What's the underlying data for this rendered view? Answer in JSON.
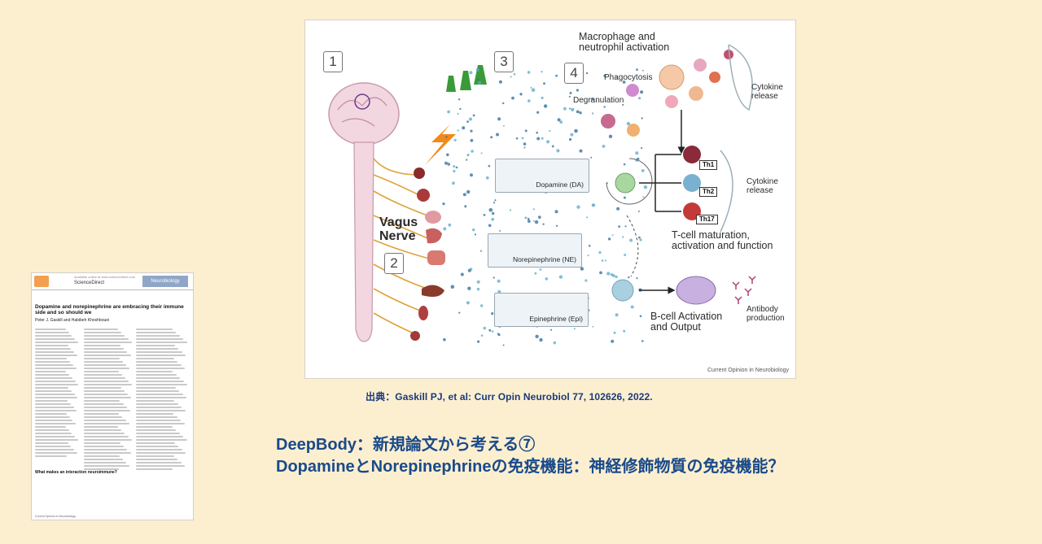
{
  "figure": {
    "step_labels": [
      "1",
      "2",
      "3",
      "4"
    ],
    "vagus_nerve": "Vagus\nNerve",
    "macrophage_label": "Macrophage and\nneutrophil activation",
    "phagocytosis": "Phagocytosis",
    "degranulation": "Degranulation",
    "cytokine_release_top": "Cytokine\nrelease",
    "cytokine_release_mid": "Cytokine\nrelease",
    "th_tags": [
      "Th1",
      "Th2",
      "Th17"
    ],
    "tcell_label": "T-cell maturation,\nactivation and function",
    "bcell_label": "B-cell Activation\nand Output",
    "antibody_label": "Antibody\nproduction",
    "chemicals": [
      "Dopamine (DA)",
      "Norepinephrine (NE)",
      "Epinephrine (Epi)"
    ],
    "journal_credit": "Current Opinion in Neurobiology"
  },
  "caption": "出典：Gaskill PJ, et al: Curr Opin Neurobiol 77, 102626, 2022.",
  "title_line1": "DeepBody：新規論文から考える⑦",
  "title_line2": "DopamineとNorepinephrineの免疫機能：神経修飾物質の免疫機能？",
  "paper": {
    "available": "Available online at www.sciencedirect.com",
    "sciencedirect": "ScienceDirect",
    "journal": "Neurobiology",
    "title": "Dopamine and norepinephrine are embracing their immune side and so should we",
    "authors": "Peter J. Gaskill and Habibeh Khoshbouei",
    "heading": "What makes an interaction neuroimmune?",
    "footer": "Current Opinion in Neurobiology"
  },
  "colors": {
    "background": "#fcefd0",
    "title_blue": "#1a4a8a",
    "caption_blue": "#1a3a7a",
    "nerve": "#e0a23a",
    "lightning": "#f08a1a"
  }
}
